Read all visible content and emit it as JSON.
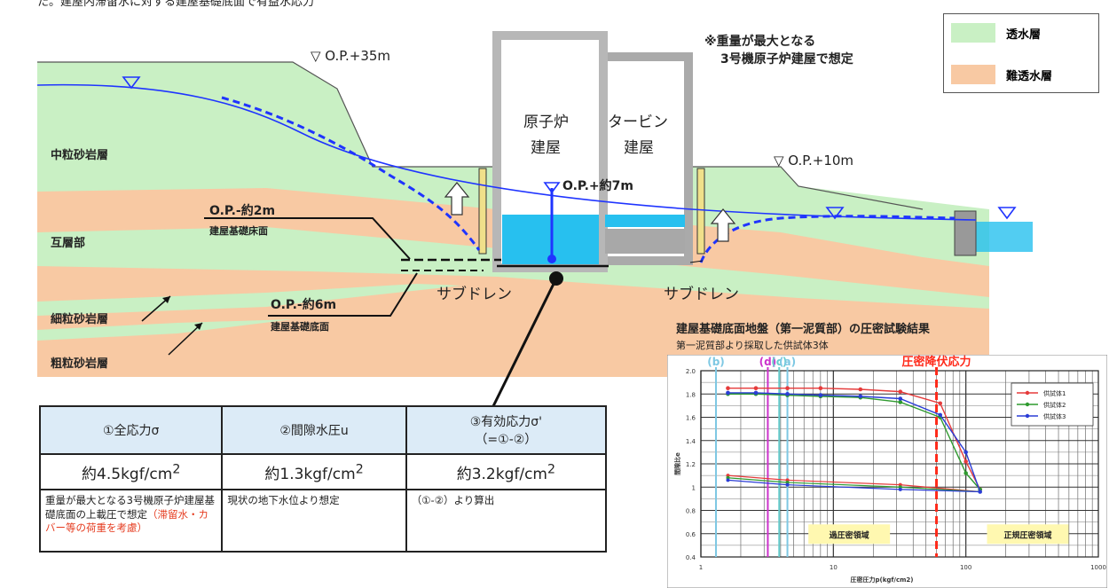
{
  "header_clipped": "た。建屋内滞留水に対する建屋基礎底面で有益水応力",
  "legend": {
    "items": [
      {
        "label": "透水層",
        "color": "#c9f0c4"
      },
      {
        "label": "難透水層",
        "color": "#f8c9a3"
      }
    ]
  },
  "note": {
    "line1": "※重量が最大となる",
    "line2": "3号機原子炉建屋で想定"
  },
  "water_levels": {
    "left": "▽ O.P.+35m",
    "right": "▽ O.P.+10m",
    "inside": "O.P.+約7m"
  },
  "buildings": {
    "reactor_line1": "原子炉",
    "reactor_line2": "建屋",
    "turbine_line1": "タービン",
    "turbine_line2": "建屋"
  },
  "strata": {
    "medium_sand": "中粒砂岩層",
    "alternating": "互層部",
    "fine_sand": "細粒砂岩層",
    "coarse_sand": "粗粒砂岩層"
  },
  "levels": {
    "op_minus2": "O.P.-約2m",
    "sub_foundation": "建屋基礎床面",
    "op_minus6": "O.P.-約6m",
    "foundation_bottom": "建屋基礎底面"
  },
  "subdrain_left": "サブドレン",
  "subdrain_right": "サブドレン",
  "compression": {
    "title": "建屋基礎底面地盤（第一泥質部）の圧密試験結果",
    "subtitle": "第一泥質部より採取した供試体3体"
  },
  "stress_table": {
    "headers": [
      "①全応力σ",
      "②間隙水圧u",
      "③有効応力σ'",
      "（=①-②）"
    ],
    "values": [
      "約4.5kgf/cm",
      "約1.3kgf/cm",
      "約3.2kgf/cm"
    ],
    "sup": "2",
    "notes": [
      {
        "text": "重量が最大となる3号機原子炉建屋基礎底面の上載圧で想定",
        "red": "（滞留水・カバー等の荷重を考慮）"
      },
      {
        "text": "現状の地下水位より想定",
        "red": ""
      },
      {
        "text": "（①-②）より算出",
        "red": ""
      }
    ]
  },
  "chart_data": {
    "type": "line",
    "title": "",
    "xlabel": "圧密圧力p(kgf/cm2)",
    "ylabel": "間隙比e",
    "xscale": "log",
    "xlim": [
      1,
      1000
    ],
    "ylim": [
      0.4,
      2.0
    ],
    "yticks": [
      "2.0",
      "1.8",
      "1.6",
      "1.4",
      "1.2",
      "1",
      "0.8",
      "0.6",
      "0.4"
    ],
    "xticks": [
      "1",
      "10",
      "100",
      "1000"
    ],
    "vlines": [
      {
        "label": "(b)",
        "x": 1.3,
        "color": "#7ec8e3"
      },
      {
        "label": "(d)",
        "x": 3.2,
        "color": "#cc33cc"
      },
      {
        "label": "(c)",
        "x": 3.9,
        "color": "#66cccc"
      },
      {
        "label": "(a)",
        "x": 4.5,
        "color": "#7ec8e3"
      }
    ],
    "yield_line": {
      "label": "圧密降伏応力",
      "x": 60,
      "color": "#ff2a1a"
    },
    "regions": [
      "過圧密領域",
      "正規圧密領域"
    ],
    "legend_position": "top-right",
    "series": [
      {
        "name": "供試体1",
        "color": "#e53b3b",
        "x": [
          1.6,
          2.6,
          4.5,
          8,
          16,
          32,
          64,
          100,
          128
        ],
        "y": [
          1.85,
          1.85,
          1.85,
          1.85,
          1.84,
          1.82,
          1.72,
          1.22,
          0.98
        ]
      },
      {
        "name": "供試体2",
        "color": "#2f9a2f",
        "x": [
          1.6,
          2.6,
          4.5,
          8,
          16,
          32,
          64,
          100,
          128
        ],
        "y": [
          1.8,
          1.8,
          1.79,
          1.78,
          1.77,
          1.73,
          1.6,
          1.12,
          0.98
        ]
      },
      {
        "name": "供試体3",
        "color": "#2b3dd6",
        "x": [
          1.6,
          2.6,
          4.5,
          8,
          16,
          32,
          64,
          100,
          128
        ],
        "y": [
          1.81,
          1.81,
          1.8,
          1.79,
          1.78,
          1.76,
          1.62,
          1.3,
          0.96
        ]
      }
    ]
  }
}
